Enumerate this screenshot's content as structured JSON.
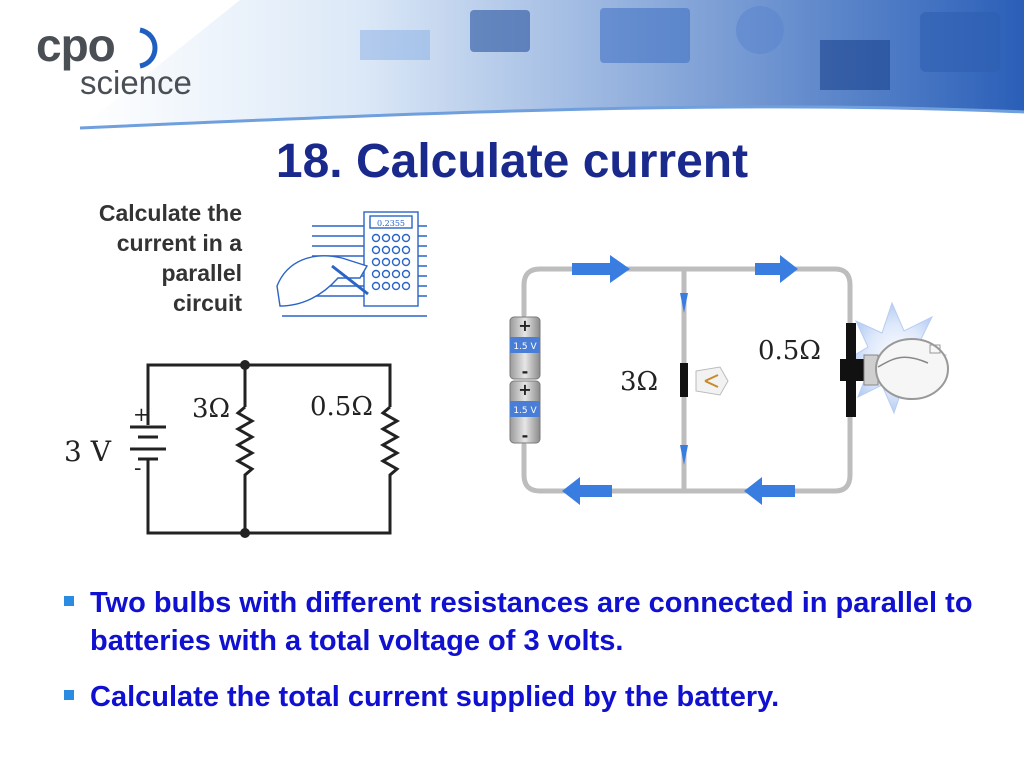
{
  "logo": {
    "primary": "cpo",
    "secondary": "science"
  },
  "title": "18. Calculate current",
  "task": {
    "lines": [
      "Calculate the",
      "current in a",
      "parallel",
      "circuit"
    ]
  },
  "calculator_display": "0.2355",
  "schematic": {
    "source_voltage": "3 V",
    "plus": "+",
    "minus": "-",
    "resistor_1": "3Ω",
    "resistor_2": "0.5Ω"
  },
  "illustration": {
    "battery_1_label": "1.5 V",
    "battery_2_label": "1.5 V",
    "plus": "+",
    "minus": "-",
    "bulb_1_label": "3Ω",
    "bulb_2_label": "0.5Ω"
  },
  "bullets": [
    "Two bulbs with different resistances are connected in parallel to batteries with a total voltage of 3 volts.",
    "Calculate the total current supplied by the battery."
  ],
  "colors": {
    "title": "#1a2a8c",
    "bullet_text": "#1010d0",
    "bullet_mark": "#2a8be0",
    "arrow": "#3a7de0"
  }
}
